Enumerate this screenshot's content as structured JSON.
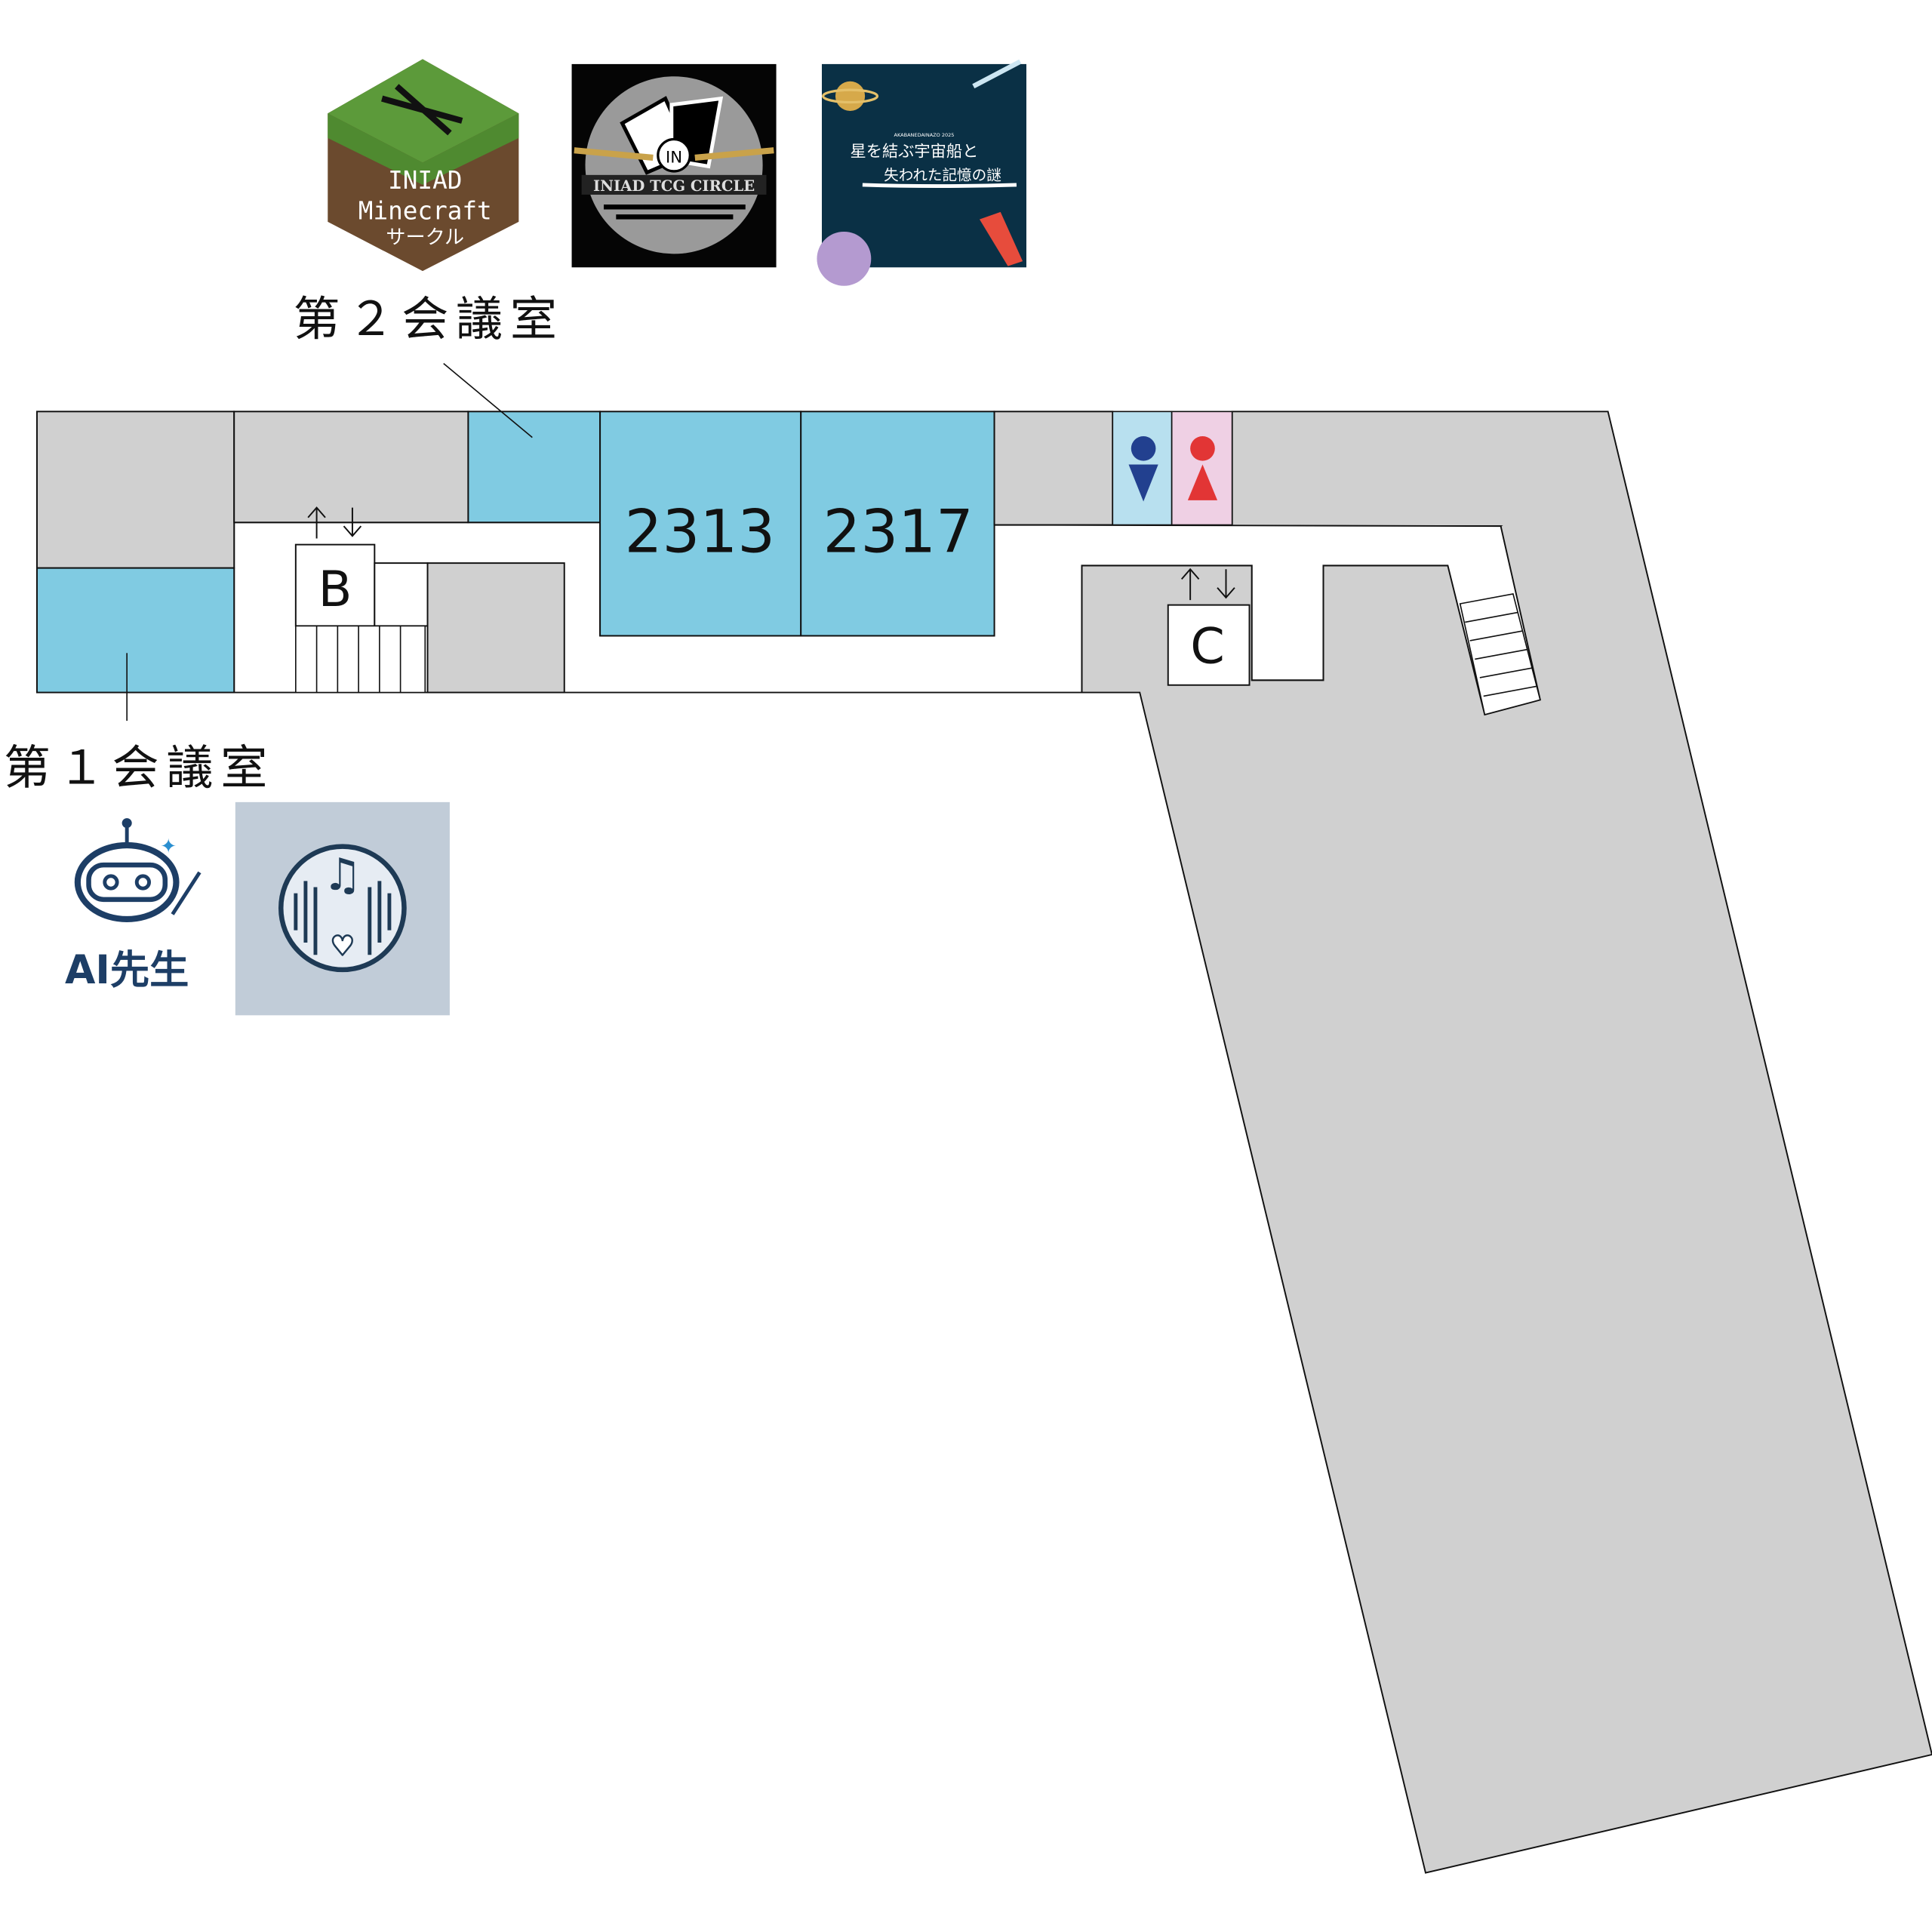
{
  "map": {
    "rooms": {
      "room_2313": "2313",
      "room_2317": "2317",
      "conference_room_1": "第１会議室",
      "conference_room_2": "第２会議室"
    },
    "elevators": {
      "b": "B",
      "c": "C"
    },
    "restrooms": {
      "male_color": "#22408f",
      "female_color": "#e23535"
    }
  },
  "exhibits": {
    "minecraft": {
      "line1": "INIAD",
      "line2": "Minecraft",
      "line3": "サークル"
    },
    "tcg": {
      "title": "INIAD TCG CIRCLE",
      "mark": "IN"
    },
    "nazo": {
      "subtitle": "AKABANEDAINAZO 2025",
      "line1": "星を結ぶ宇宙船と",
      "line2": "失われた記憶の謎"
    },
    "ai_sensei": {
      "title": "AI先生"
    },
    "music": {
      "icon": "music-heart-icon"
    }
  },
  "colors": {
    "room_blue": "#80cbe2",
    "room_gray": "#d0d0d0",
    "nazo_bg": "#0a3045"
  }
}
